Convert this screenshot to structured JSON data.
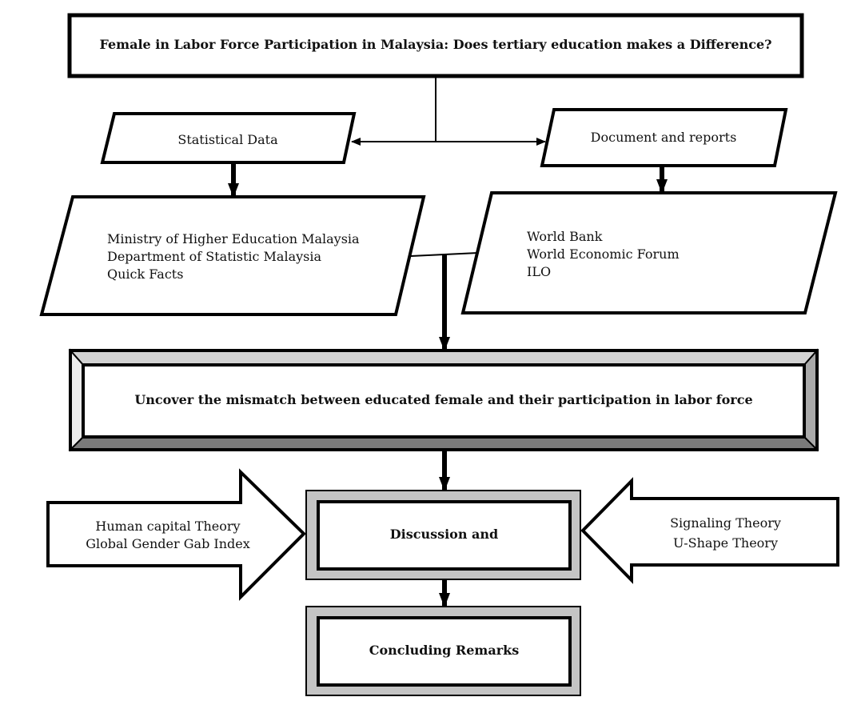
{
  "title": "Female in Labor Force Participation in Malaysia: Does tertiary education makes a Difference?",
  "sources": {
    "statistical_label": "Statistical Data",
    "documents_label": "Document and reports"
  },
  "statistical_items": [
    "Ministry of Higher Education Malaysia",
    "Department of Statistic Malaysia",
    "Quick Facts"
  ],
  "document_items": [
    "World Bank",
    "World Economic Forum",
    "ILO"
  ],
  "uncover": "Uncover the mismatch between educated female and their participation in labor force",
  "discussion": "Discussion and",
  "concluding": "Concluding Remarks",
  "left_theories": [
    "Human capital Theory",
    "Global Gender Gab Index"
  ],
  "right_theories": [
    "Signaling Theory",
    "U-Shape Theory"
  ]
}
